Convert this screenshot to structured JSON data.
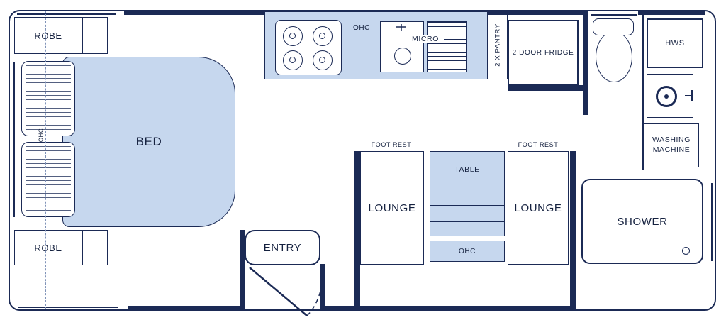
{
  "colors": {
    "outline": "#1b2a55",
    "furniture_fill": "#c6d7ee",
    "background": "#ffffff"
  },
  "labels": {
    "robe_top": "ROBE",
    "robe_bottom": "ROBE",
    "bed": "BED",
    "ohc_bed": "OHC",
    "ohc_kitchen": "OHC",
    "micro": "MICRO",
    "pantry": "2 X PANTRY",
    "fridge": "2 DOOR FRIDGE",
    "hws": "HWS",
    "washing_line1": "WASHING",
    "washing_line2": "MACHINE",
    "shower": "SHOWER",
    "entry": "ENTRY",
    "foot_rest_left": "FOOT REST",
    "foot_rest_right": "FOOT REST",
    "lounge_left": "LOUNGE",
    "lounge_right": "LOUNGE",
    "table": "TABLE",
    "ohc_dinette": "OHC"
  }
}
